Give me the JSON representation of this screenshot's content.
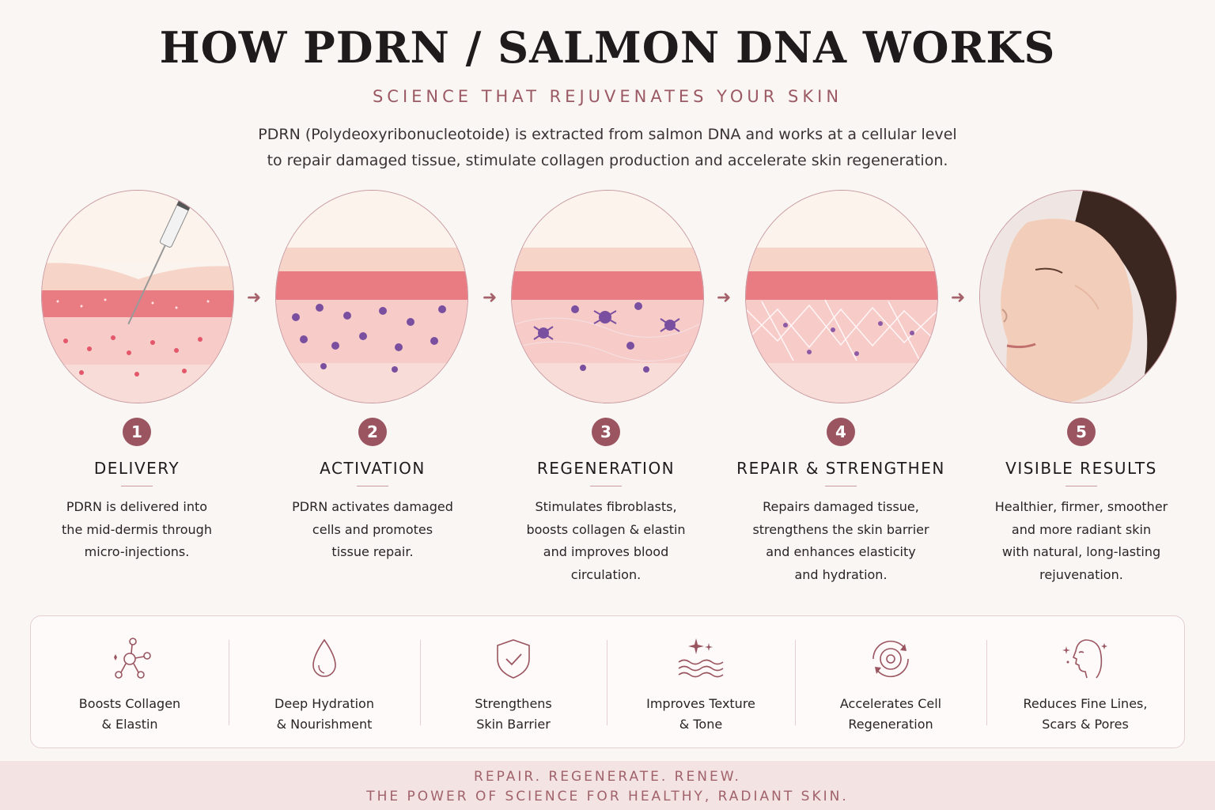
{
  "title": "HOW PDRN / SALMON DNA WORKS",
  "subtitle": "SCIENCE THAT REJUVENATES YOUR SKIN",
  "intro": {
    "line1": "PDRN (Polydeoxyribonucleotoide) is extracted from salmon DNA and works at a cellular level",
    "line2": "to repair damaged tissue, stimulate collagen production and accelerate skin regeneration."
  },
  "steps": [
    {
      "num": "1",
      "title": "DELIVERY",
      "lines": [
        "PDRN is delivered into",
        "the mid-dermis through",
        "micro-injections."
      ]
    },
    {
      "num": "2",
      "title": "ACTIVATION",
      "lines": [
        "PDRN activates damaged",
        "cells and promotes",
        "tissue repair."
      ]
    },
    {
      "num": "3",
      "title": "REGENERATION",
      "lines": [
        "Stimulates fibroblasts,",
        "boosts collagen & elastin",
        "and improves blood",
        "circulation."
      ]
    },
    {
      "num": "4",
      "title": "REPAIR & STRENGTHEN",
      "lines": [
        "Repairs damaged tissue,",
        "strengthens the skin barrier",
        "and enhances elasticity",
        "and hydration."
      ]
    },
    {
      "num": "5",
      "title": "VISIBLE RESULTS",
      "lines": [
        "Healthier, firmer, smoother",
        "and more radiant skin",
        "with natural, long-lasting",
        "rejuvenation."
      ]
    }
  ],
  "icons": {
    "arrow": "arrow-right-icon",
    "benefits": [
      "molecule-icon",
      "water-drop-icon",
      "shield-check-icon",
      "sparkle-waves-icon",
      "cell-cycle-icon",
      "face-sparkle-icon"
    ]
  },
  "benefits": [
    {
      "line1": "Boosts Collagen",
      "line2": "& Elastin"
    },
    {
      "line1": "Deep Hydration",
      "line2": "& Nourishment"
    },
    {
      "line1": "Strengthens",
      "line2": "Skin Barrier"
    },
    {
      "line1": "Improves Texture",
      "line2": "& Tone"
    },
    {
      "line1": "Accelerates Cell",
      "line2": "Regeneration"
    },
    {
      "line1": "Reduces Fine Lines,",
      "line2": "Scars & Pores"
    }
  ],
  "footer": {
    "line1": "REPAIR. REGENERATE. RENEW.",
    "line2": "THE POWER OF SCIENCE FOR HEALTHY, RADIANT SKIN."
  },
  "colors": {
    "accent": "#9a5560",
    "subtitle": "#9b5a63",
    "background": "#faf6f4",
    "skin_epidermis": "#e9747c",
    "skin_dermis": "#f6c7c4",
    "molecule": "#7a4fa0"
  }
}
